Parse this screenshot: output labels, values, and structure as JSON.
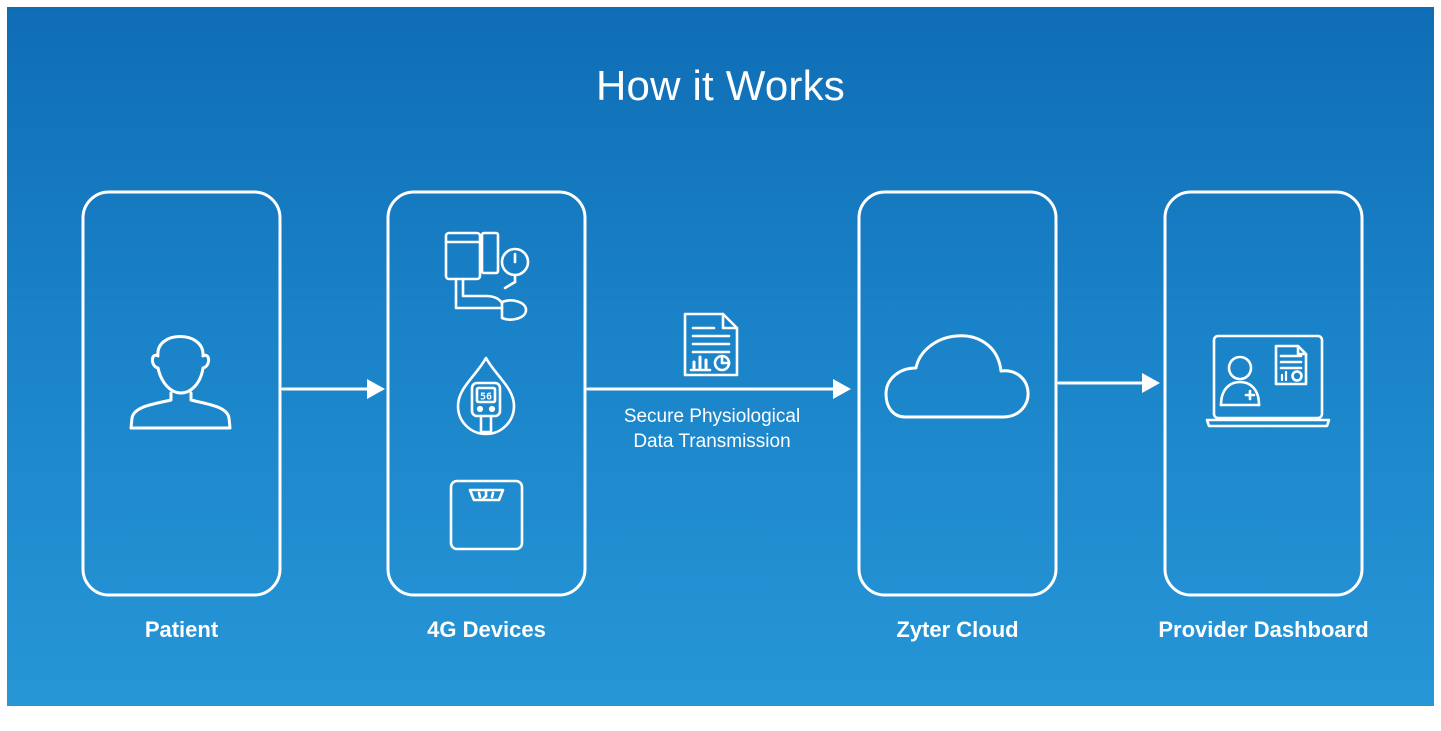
{
  "title": "How it Works",
  "stages": [
    {
      "label": "Patient",
      "icon": "person-icon"
    },
    {
      "label": "4G Devices",
      "icons": [
        "blood-pressure-monitor-icon",
        "glucose-meter-icon",
        "weight-scale-icon"
      ],
      "glucose_display": "56"
    },
    {
      "label": "Zyter Cloud",
      "icon": "cloud-icon"
    },
    {
      "label": "Provider Dashboard",
      "icon": "doctor-laptop-icon"
    }
  ],
  "transfer": {
    "line1": "Secure Physiological",
    "line2": "Data Transmission",
    "icon": "report-document-icon"
  },
  "colors": {
    "background_top": "#0f6db5",
    "background_bottom": "#2696d6",
    "foreground": "#ffffff"
  }
}
